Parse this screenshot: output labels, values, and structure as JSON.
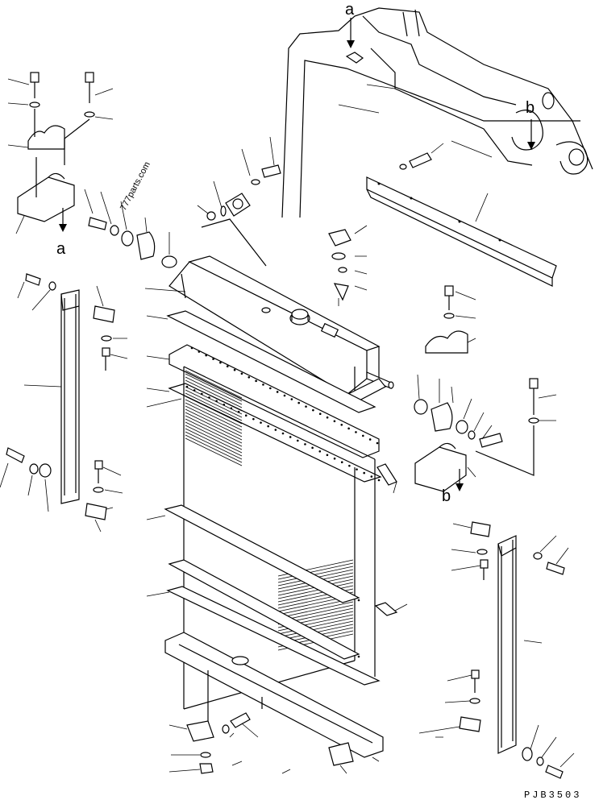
{
  "watermark": "777parts.com",
  "drawing_code": "PJB3503",
  "callouts": {
    "a_top": "a",
    "b_top": "b",
    "a_left": "a",
    "b_right": "b"
  }
}
